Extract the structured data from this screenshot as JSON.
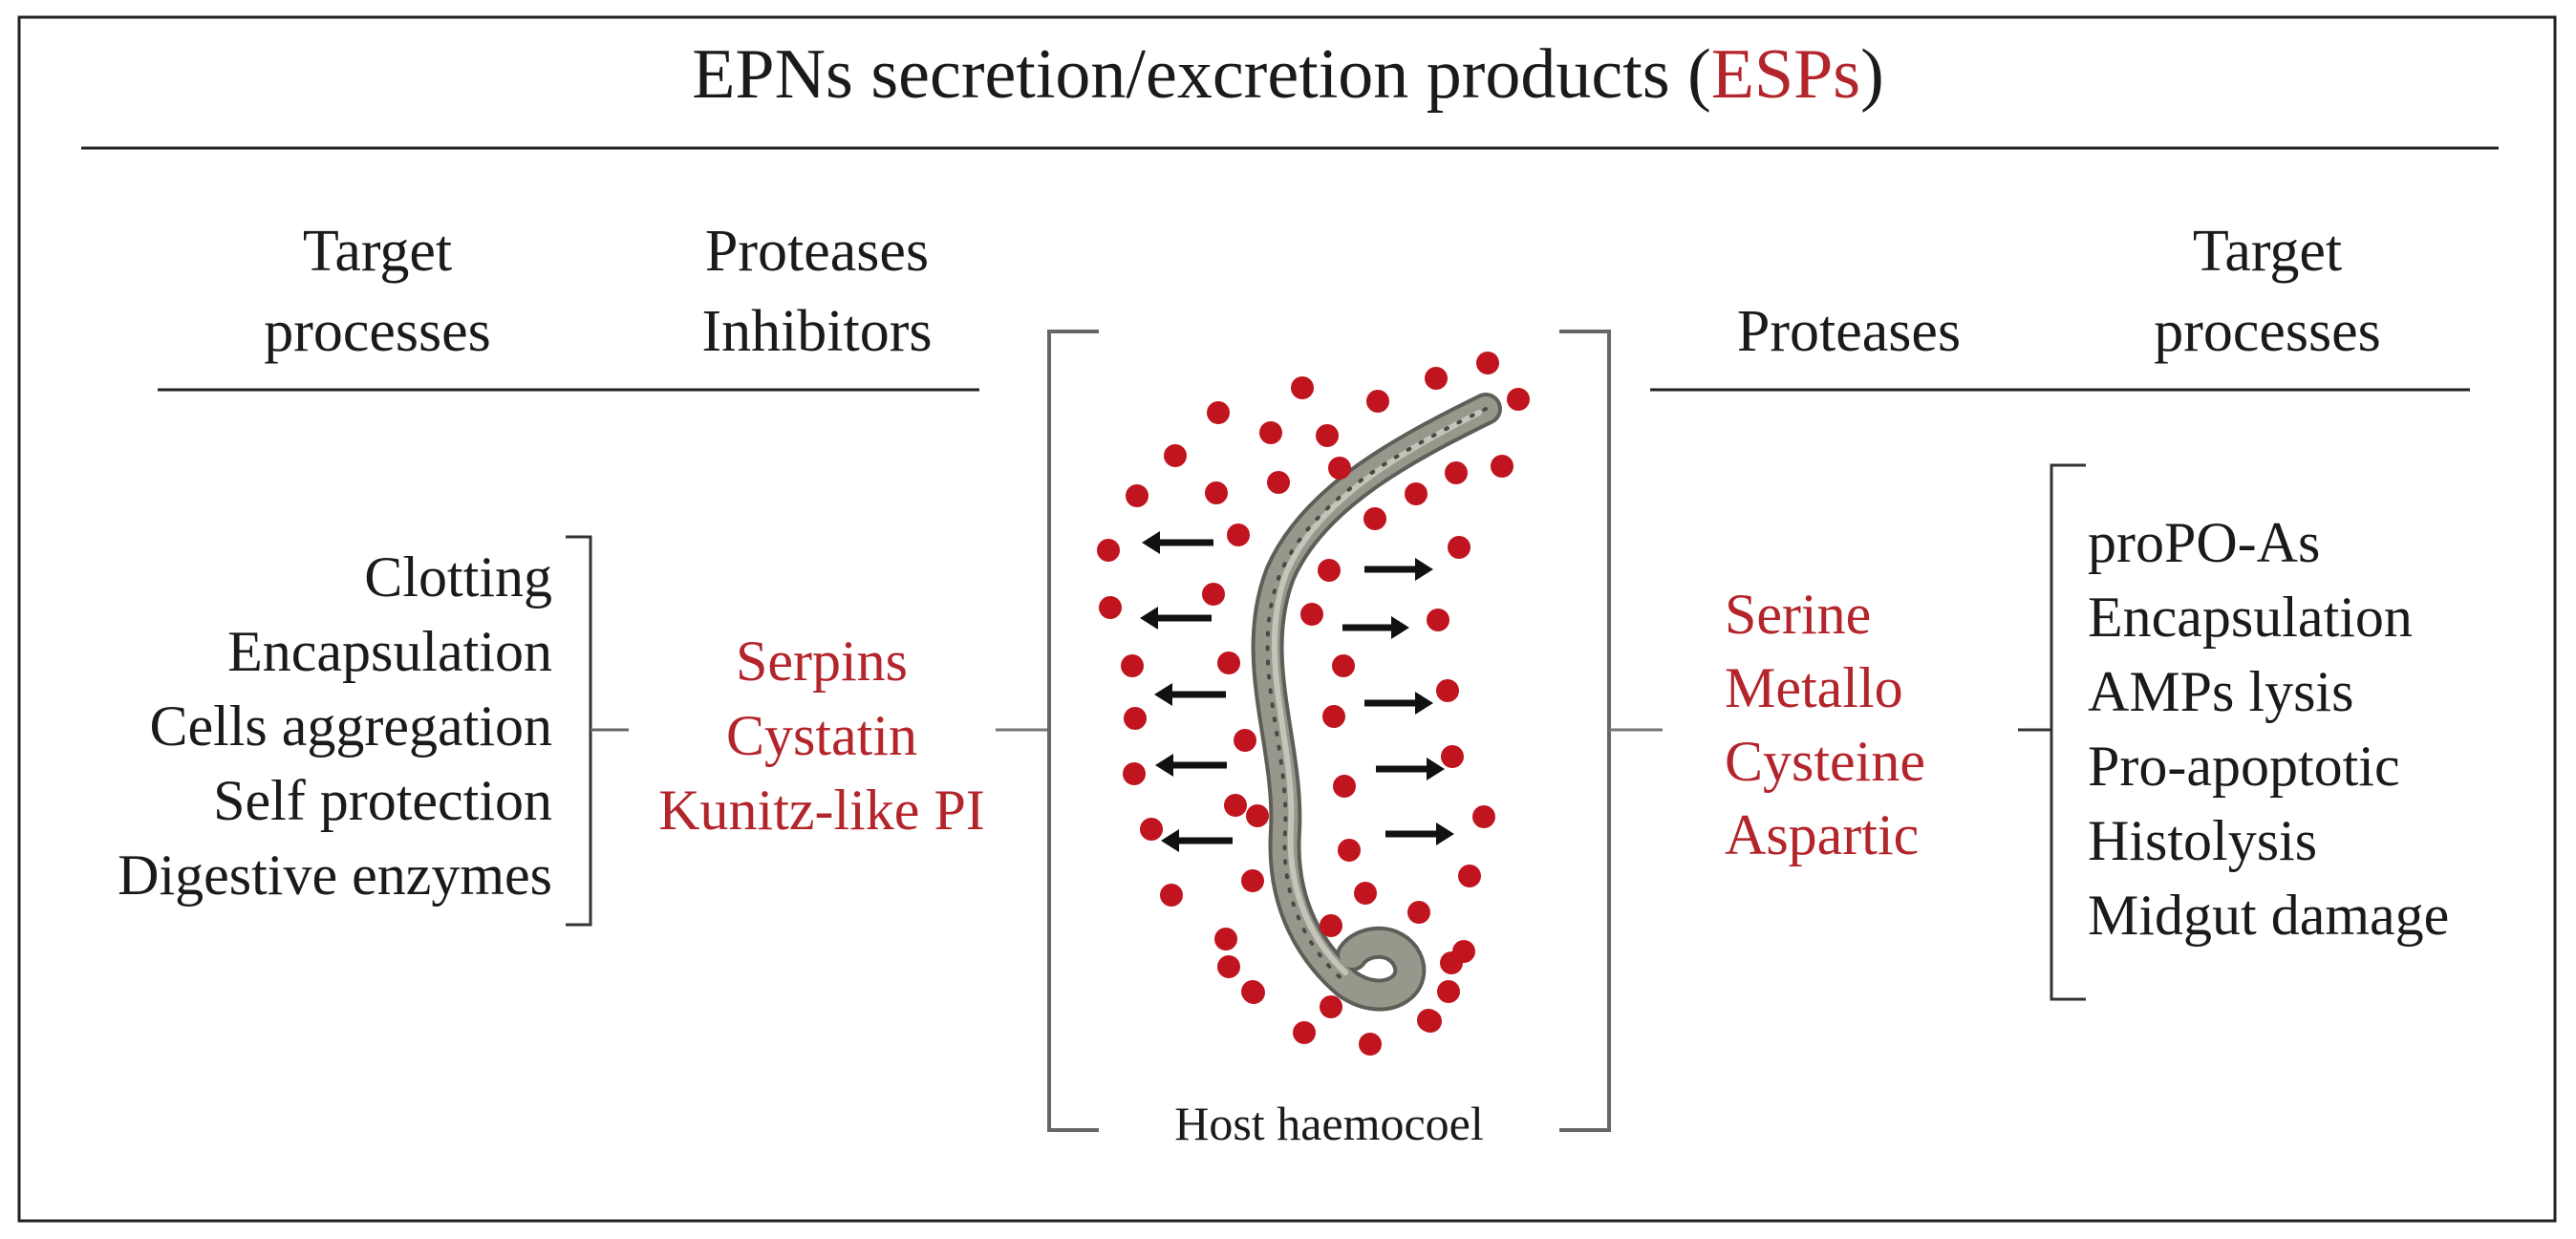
{
  "title": {
    "main": "EPNs secretion/excretion products (",
    "highlight": "ESPs",
    "close": ")"
  },
  "left_section": {
    "col1_header": [
      "Target",
      "processes"
    ],
    "col2_header": [
      "Proteases",
      "Inhibitors"
    ],
    "target_processes": [
      "Clotting",
      "Encapsulation",
      "Cells aggregation",
      "Self protection",
      "Digestive enzymes"
    ],
    "inhibitors": [
      "Serpins",
      "Cystatin",
      "Kunitz-like PI"
    ]
  },
  "center": {
    "label": "Host haemocoel",
    "nematode_icon": "nematode-worm-icon",
    "particle_icon": "esp-particle-dot-icon"
  },
  "right_section": {
    "col1_header": [
      "Proteases"
    ],
    "col2_header": [
      "Target",
      "processes"
    ],
    "proteases": [
      "Serine",
      "Metallo",
      "Cysteine",
      "Aspartic"
    ],
    "target_processes": [
      "proPO-As",
      "Encapsulation",
      "AMPs lysis",
      "Pro-apoptotic",
      "Histolysis",
      "Midgut damage"
    ]
  },
  "colors": {
    "text": "#1a1a1a",
    "accent": "#b3242b",
    "line": "#222222",
    "bracket": "#666666",
    "dot": "#c0141e",
    "worm": "#8f8f84"
  }
}
